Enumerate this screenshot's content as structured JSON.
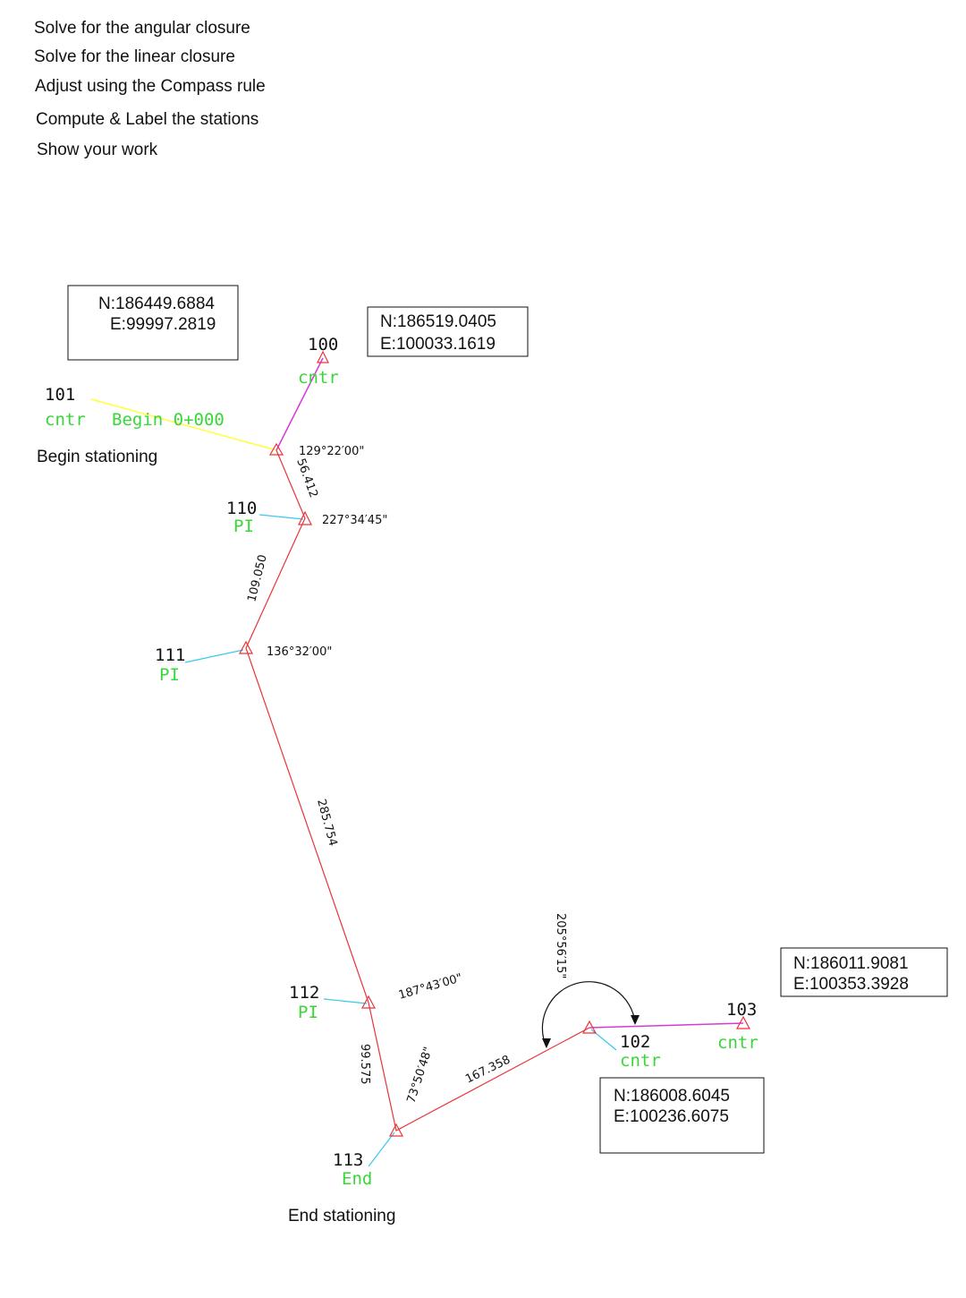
{
  "instructions": [
    "Solve for the angular closure",
    "Solve for the linear closure",
    "Adjust using the Compass rule",
    "Compute & Label the stations",
    "Show your work"
  ],
  "coordinate_boxes": [
    {
      "id": "box-101",
      "n": "N:186449.6884",
      "e": "E:99997.2819"
    },
    {
      "id": "box-100",
      "n": "N:186519.0405",
      "e": "E:100033.1619"
    },
    {
      "id": "box-103",
      "n": "N:186011.9081",
      "e": "E:100353.3928"
    },
    {
      "id": "box-102",
      "n": "N:186008.6045",
      "e": "E:100236.6075"
    }
  ],
  "stations": {
    "s100": {
      "number": "100",
      "type": "cntr"
    },
    "s101": {
      "number": "101",
      "type": "cntr",
      "extra": "Begin 0+000"
    },
    "s110": {
      "number": "110",
      "type": "PI"
    },
    "s111": {
      "number": "111",
      "type": "PI"
    },
    "s112": {
      "number": "112",
      "type": "PI"
    },
    "s113": {
      "number": "113",
      "type": "End"
    },
    "s102": {
      "number": "102",
      "type": "cntr"
    },
    "s103": {
      "number": "103",
      "type": "cntr"
    }
  },
  "angles": {
    "a1": "129°22′00\"",
    "a2": "227°34′45\"",
    "a3": "136°32′00\"",
    "a4": "187°43′00\"",
    "a5": "73°50′48\"",
    "a6": "205°56′15\""
  },
  "distances": {
    "d1": "56.412",
    "d2": "109.050",
    "d3": "285.754",
    "d4": "99.575",
    "d5": "167.358"
  },
  "notes": {
    "begin": "Begin stationing",
    "end": "End stationing"
  },
  "colors": {
    "traverse": "#e8343a",
    "backsight_begin": "#ffff33",
    "reference": "#d63bd6",
    "leader": "#39c8ee",
    "label_green": "#39d639"
  }
}
